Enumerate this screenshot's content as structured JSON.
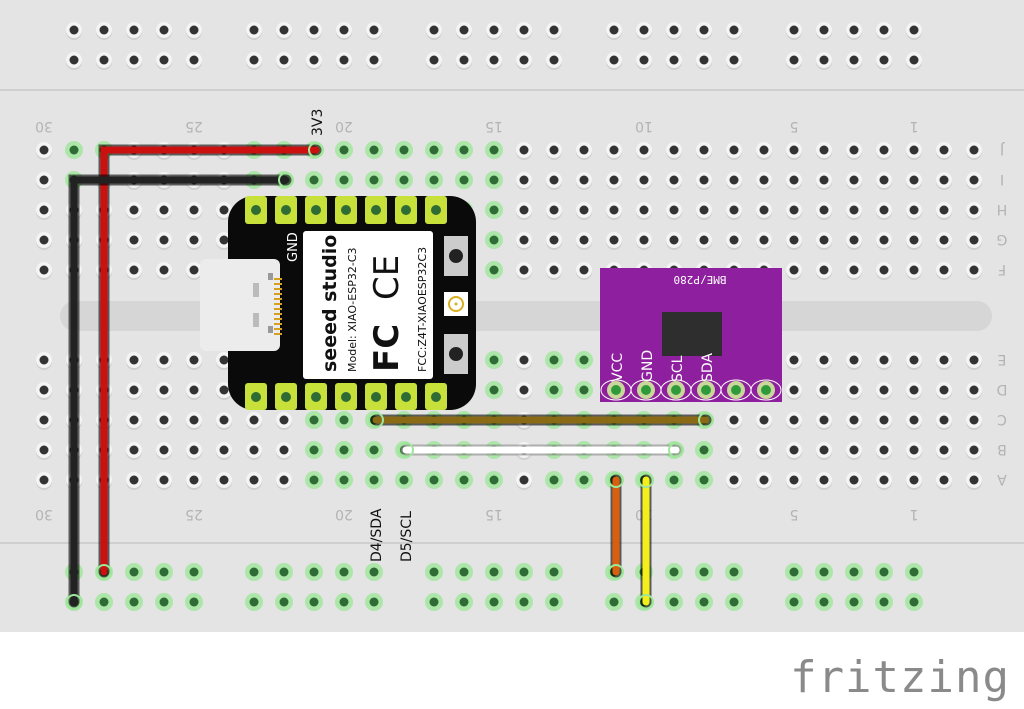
{
  "breadboard": {
    "column_labels": [
      "30",
      "25",
      "20",
      "15",
      "10",
      "5",
      "1"
    ],
    "row_labels_top": [
      "J",
      "I",
      "H",
      "G",
      "F"
    ],
    "row_labels_bottom": [
      "E",
      "D",
      "C",
      "B",
      "A"
    ]
  },
  "xiao": {
    "brand": "seeed studio",
    "model": "Model: XIAO-ESP32-C3",
    "fcc_id": "FCC:Z4T-XIAOESP32C3",
    "gnd_label": "GND",
    "fcc_mark": "FC",
    "ce_mark": "CE"
  },
  "bme": {
    "title": "BME/P280",
    "pins": [
      "VCC",
      "GND",
      "SCL",
      "SDA"
    ],
    "color": "#8e1f9e"
  },
  "annotations": {
    "v3": "3V3",
    "sda": "D4/SDA",
    "scl": "D5/SCL"
  },
  "wires": [
    {
      "name": "red-wire",
      "color": "#cc1010"
    },
    {
      "name": "black-wire",
      "color": "#222222"
    },
    {
      "name": "brown-wire",
      "color": "#8a6a14"
    },
    {
      "name": "white-wire",
      "color": "#ffffff"
    },
    {
      "name": "orange-wire",
      "color": "#d95f0e"
    },
    {
      "name": "yellow-wire",
      "color": "#f4ee1a"
    }
  ],
  "logo": "fritzing"
}
